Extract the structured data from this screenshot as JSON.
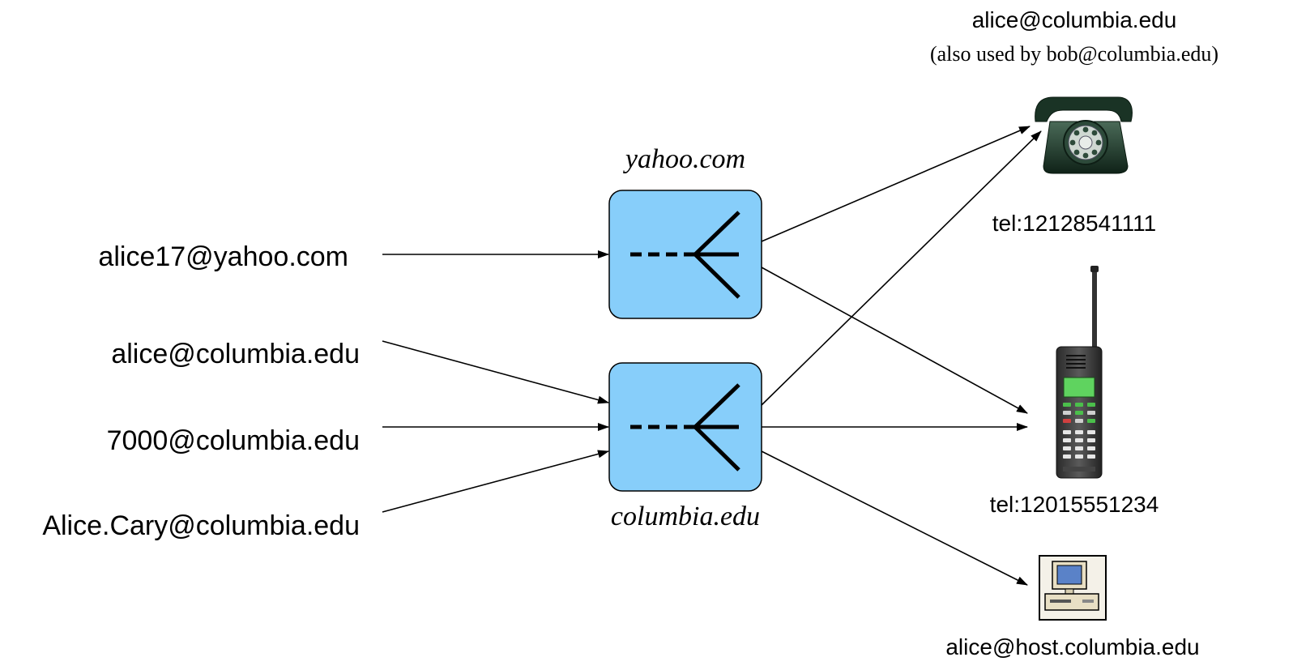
{
  "colors": {
    "proxy_fill": "#87cefa",
    "proxy_stroke": "#000000",
    "arrow": "#000000",
    "phone_body": "#1f3a2c",
    "mobile_screen": "#5fd35f",
    "computer_screen": "#5a82c8"
  },
  "sources": [
    {
      "label": "alice17@yahoo.com"
    },
    {
      "label": "alice@columbia.edu"
    },
    {
      "label": "7000@columbia.edu"
    },
    {
      "label": "Alice.Cary@columbia.edu"
    }
  ],
  "proxies": [
    {
      "label": "yahoo.com",
      "icon": "forking-proxy-icon"
    },
    {
      "label": "columbia.edu",
      "icon": "forking-proxy-icon"
    }
  ],
  "devices": [
    {
      "top_label": "alice@columbia.edu",
      "top_sublabel": "(also used by bob@columbia.edu)",
      "label": "tel:12128541111",
      "icon": "desk-phone-icon"
    },
    {
      "label": "tel:12015551234",
      "icon": "mobile-phone-icon"
    },
    {
      "label": "alice@host.columbia.edu",
      "icon": "computer-icon"
    }
  ]
}
